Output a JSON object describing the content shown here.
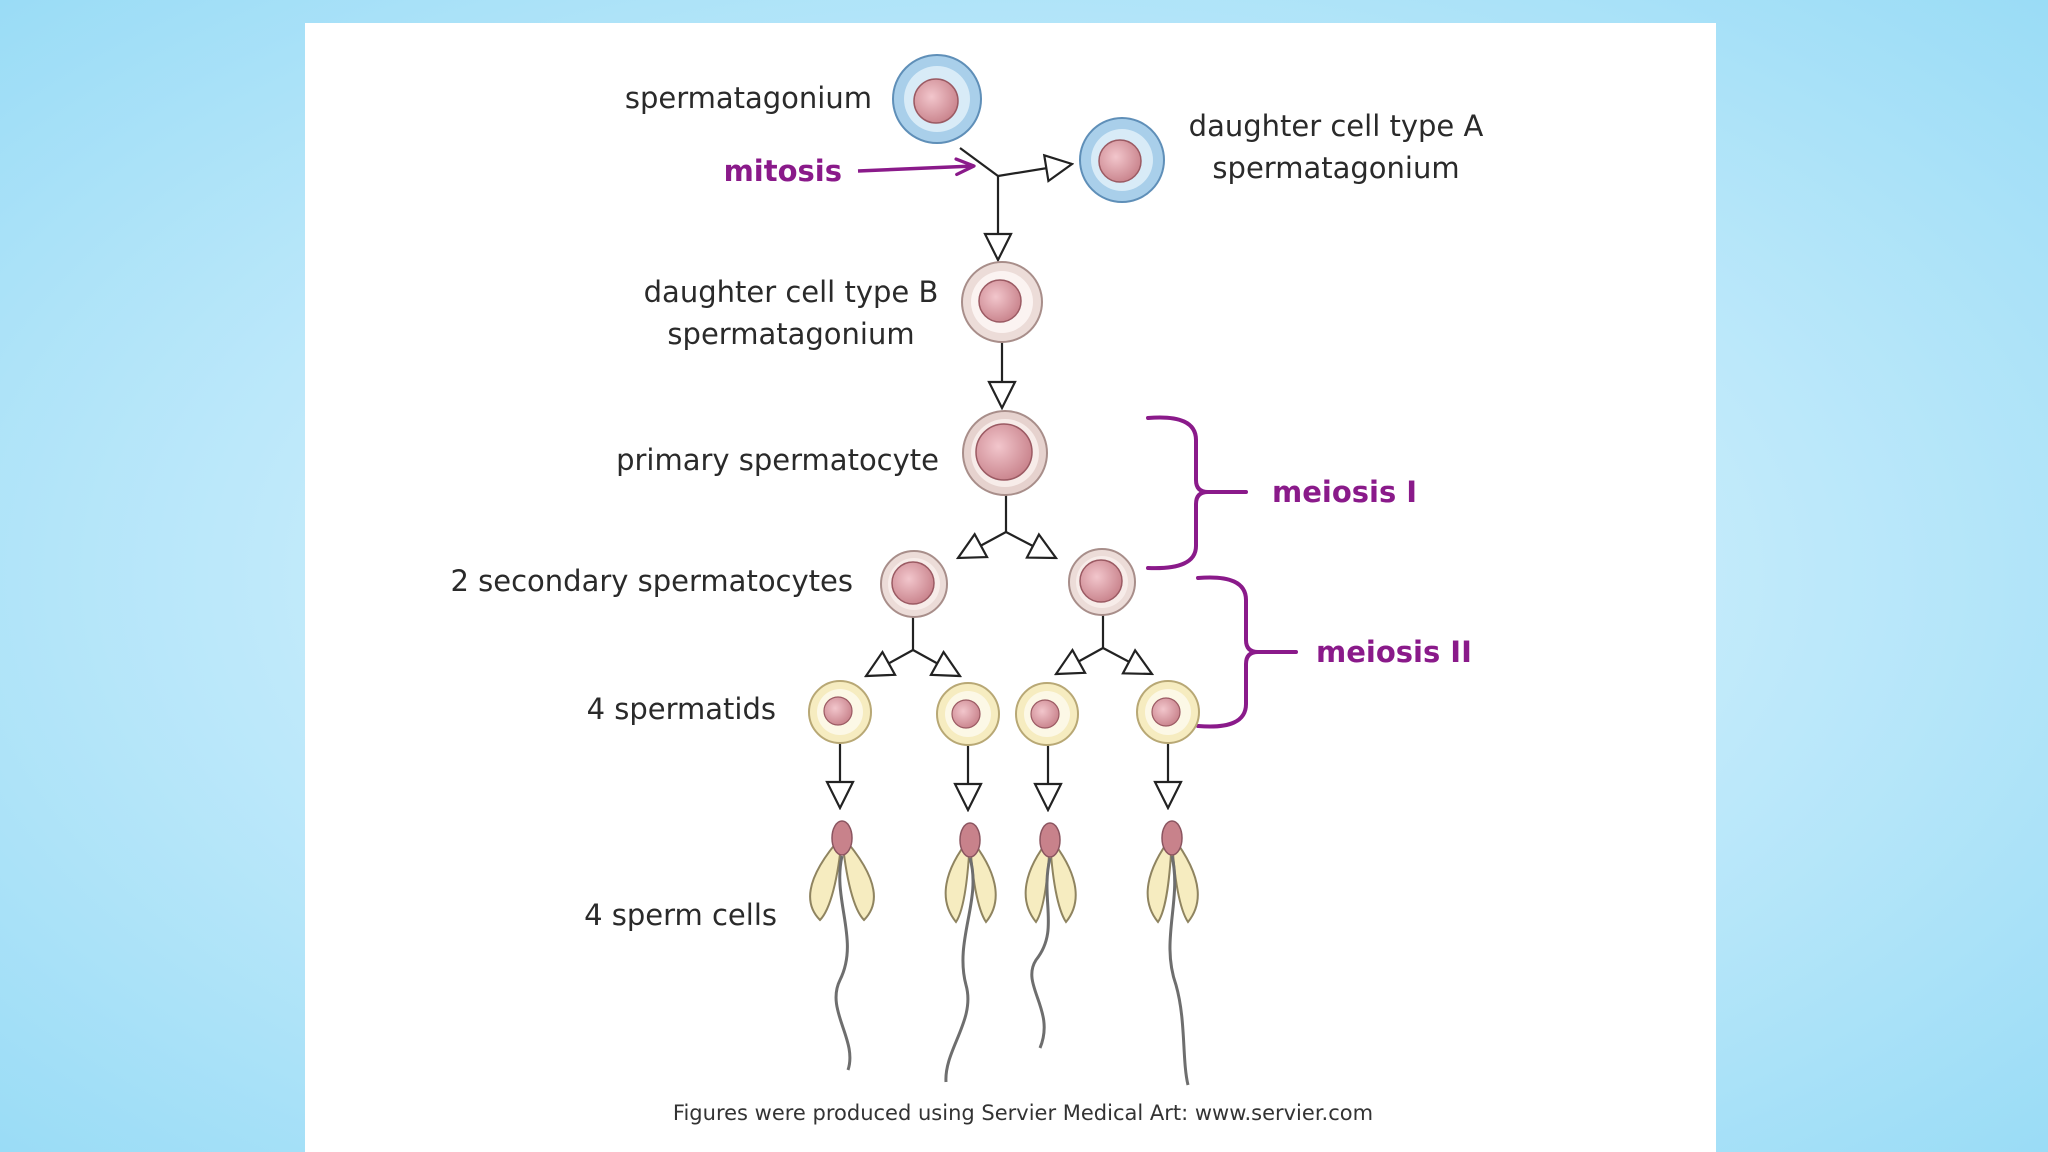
{
  "labels": {
    "spermatagonium": "spermatagonium",
    "daughter_a_line1": "daughter cell type A",
    "daughter_a_line2": "spermatagonium",
    "daughter_b_line1": "daughter cell type B",
    "daughter_b_line2": "spermatagonium",
    "primary": "primary spermatocyte",
    "secondary": "2 secondary spermatocytes",
    "spermatids": "4 spermatids",
    "sperm_cells": "4 sperm cells"
  },
  "processes": {
    "mitosis": "mitosis",
    "meiosis1": "meiosis I",
    "meiosis2": "meiosis II"
  },
  "credit": "Figures were produced using Servier Medical Art: www.servier.com",
  "colors": {
    "background": "#b6e6fa",
    "panel": "#ffffff",
    "process_accent": "#8a1a8a",
    "stem_cell_ring": "#a9cfea",
    "cell_ring": "#ecdcd8",
    "spermatid_ring": "#f6ecc0",
    "nucleus": "#d99aa2"
  }
}
